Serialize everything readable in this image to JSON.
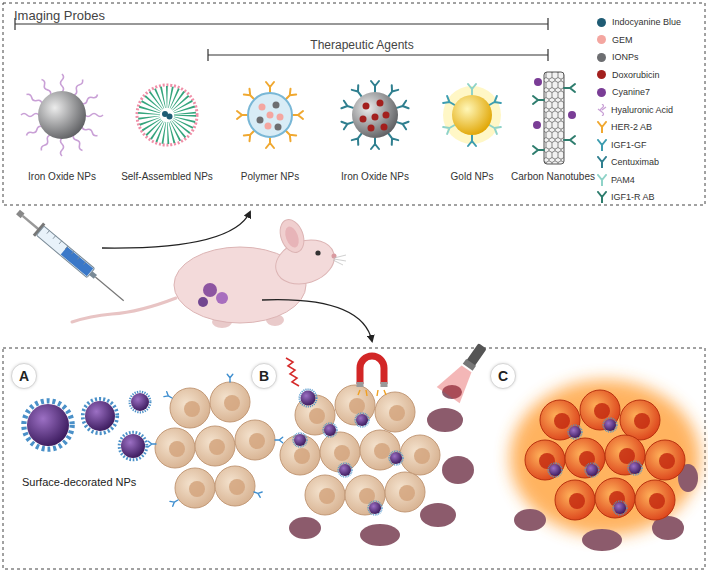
{
  "diagram": {
    "nodes": [
      {
        "text": [
          "A"
        ]
      },
      {
        "text": [
          "B"
        ]
      },
      {
        "text": [
          "C"
        ]
      }
    ],
    "labels": [
      "Imaging Probes",
      "Therapeutic Agents",
      "Iron Oxide NPs",
      "Self-Assembled NPs",
      "Polymer NPs",
      "Iron Oxide NPs",
      "Gold NPs",
      "Carbon Nanotubes",
      "Surface-decorated NPs"
    ],
    "legend": [
      {
        "text": "Indocyanine Blue",
        "color": "#1f5c74"
      },
      {
        "text": "GEM",
        "color": "#f4a6a0"
      },
      {
        "text": "IONPs",
        "color": "#6d6e71"
      },
      {
        "text": "Doxorubicin",
        "color": "#a3201e"
      },
      {
        "text": "Cyanine7",
        "color": "#7a3d96"
      },
      {
        "text": "Hyaluronic Acid"
      },
      {
        "text": "HER-2 AB"
      },
      {
        "text": "IGF1-GF"
      },
      {
        "text": "Centuximab"
      },
      {
        "text": "PAM4"
      },
      {
        "text": "IGF1-R AB"
      }
    ]
  }
}
